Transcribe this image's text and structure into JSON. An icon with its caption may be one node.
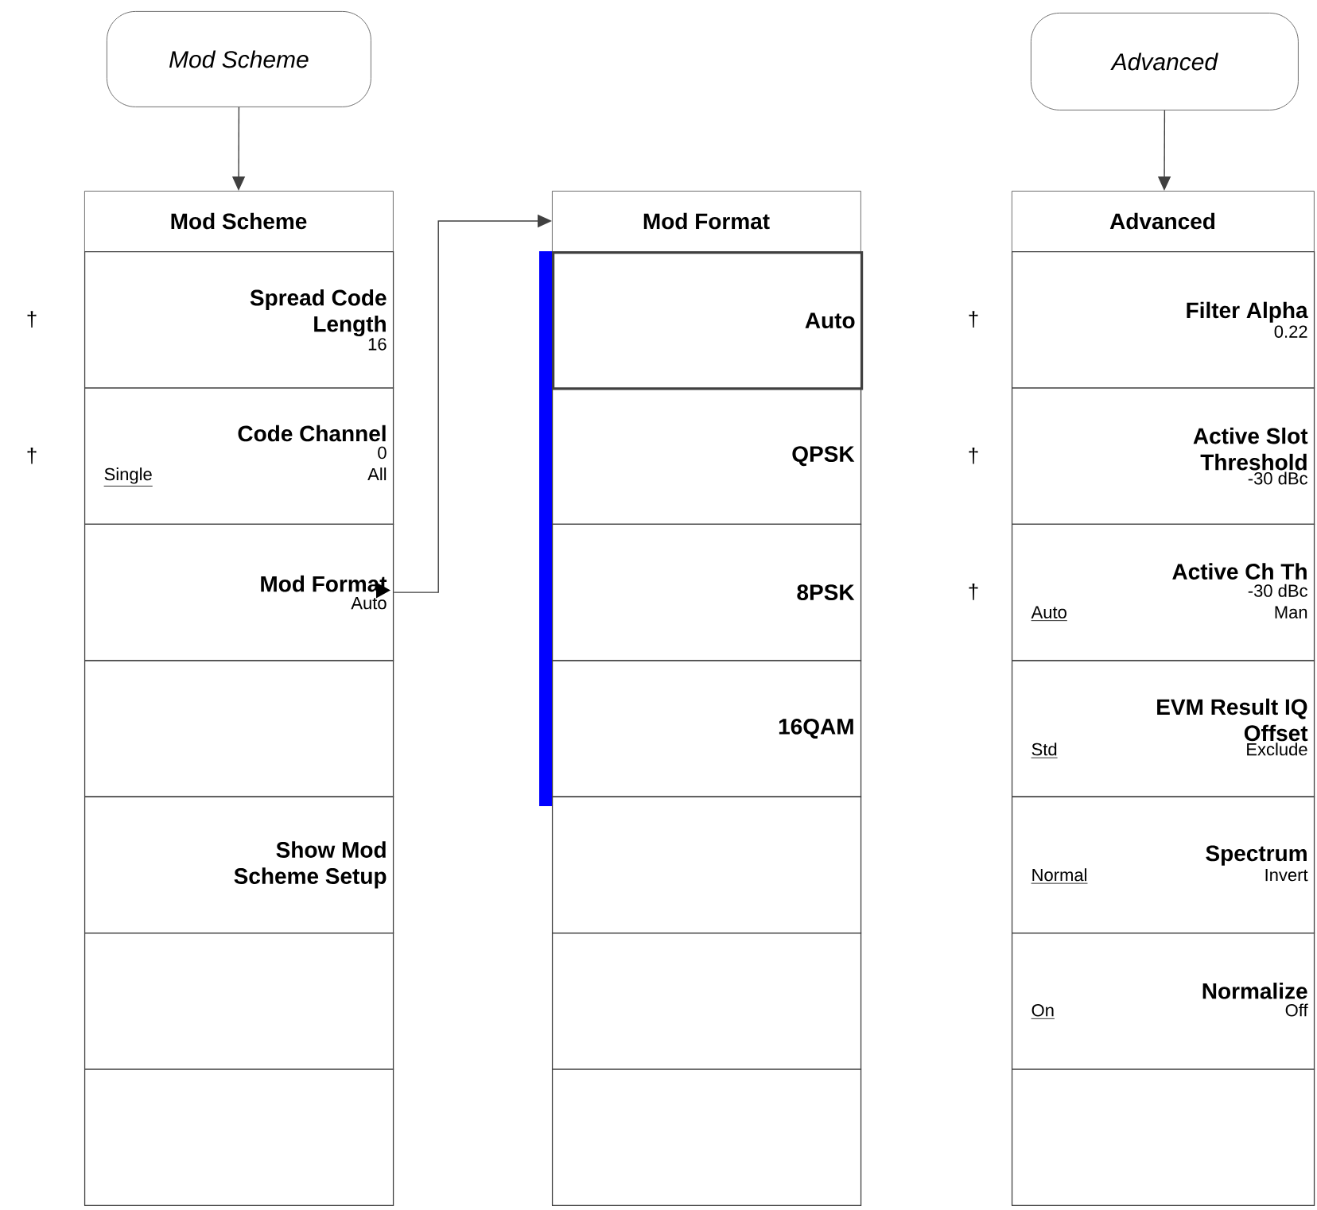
{
  "diagram": {
    "nodes": [
      {
        "text": [
          "Mod Scheme"
        ]
      },
      {
        "text": [
          "Mod Scheme"
        ]
      },
      {
        "text": [
          "Spread Code Length",
          "16"
        ],
        "beside": [
          "†"
        ],
        "in": 1
      },
      {
        "text": [
          "Code Channel",
          "0",
          "Single",
          "All"
        ],
        "beside": [
          "†"
        ],
        "in": 1
      },
      {
        "text": [
          "Mod Format",
          "Auto"
        ],
        "in": 1
      },
      {
        "text": [],
        "shape": "box",
        "in": 1
      },
      {
        "text": [
          "Show Mod Scheme Setup"
        ],
        "in": 1
      },
      {
        "text": [],
        "shape": "box",
        "in": 1
      },
      {
        "text": [],
        "shape": "box",
        "in": 1
      },
      {
        "text": [
          "Mod Format"
        ]
      },
      {
        "text": [
          "Auto"
        ],
        "in": 9
      },
      {
        "text": [
          "QPSK"
        ],
        "in": 9
      },
      {
        "text": [
          "8PSK"
        ],
        "in": 9
      },
      {
        "text": [
          "16QAM"
        ],
        "in": 9
      },
      {
        "text": [],
        "shape": "box",
        "in": 9
      },
      {
        "text": [],
        "shape": "box",
        "in": 9
      },
      {
        "text": [],
        "shape": "box",
        "in": 9
      },
      {
        "text": [
          "Advanced"
        ]
      },
      {
        "text": [
          "Advanced"
        ]
      },
      {
        "text": [
          "Filter Alpha",
          "0.22"
        ],
        "beside": [
          "†"
        ],
        "in": 18
      },
      {
        "text": [
          "Active Slot Threshold",
          "-30 dBc"
        ],
        "beside": [
          "†"
        ],
        "in": 18
      },
      {
        "text": [
          "Active Ch Th",
          "-30 dBc",
          "Auto",
          "Man"
        ],
        "beside": [
          "†"
        ],
        "in": 18
      },
      {
        "text": [
          "EVM Result IQ Offset",
          "Std",
          "Exclude"
        ],
        "in": 18
      },
      {
        "text": [
          "Spectrum",
          "Normal",
          "Invert"
        ],
        "in": 18
      },
      {
        "text": [
          "Normalize",
          "On",
          "Off"
        ],
        "in": 18
      },
      {
        "text": [],
        "shape": "box",
        "in": 18
      }
    ],
    "edges": [
      {
        "from": 0,
        "to": 1,
        "arrow": "to"
      },
      {
        "from": 4,
        "to": 9,
        "arrow": "to"
      },
      {
        "from": 17,
        "to": 18,
        "arrow": "to"
      }
    ]
  }
}
